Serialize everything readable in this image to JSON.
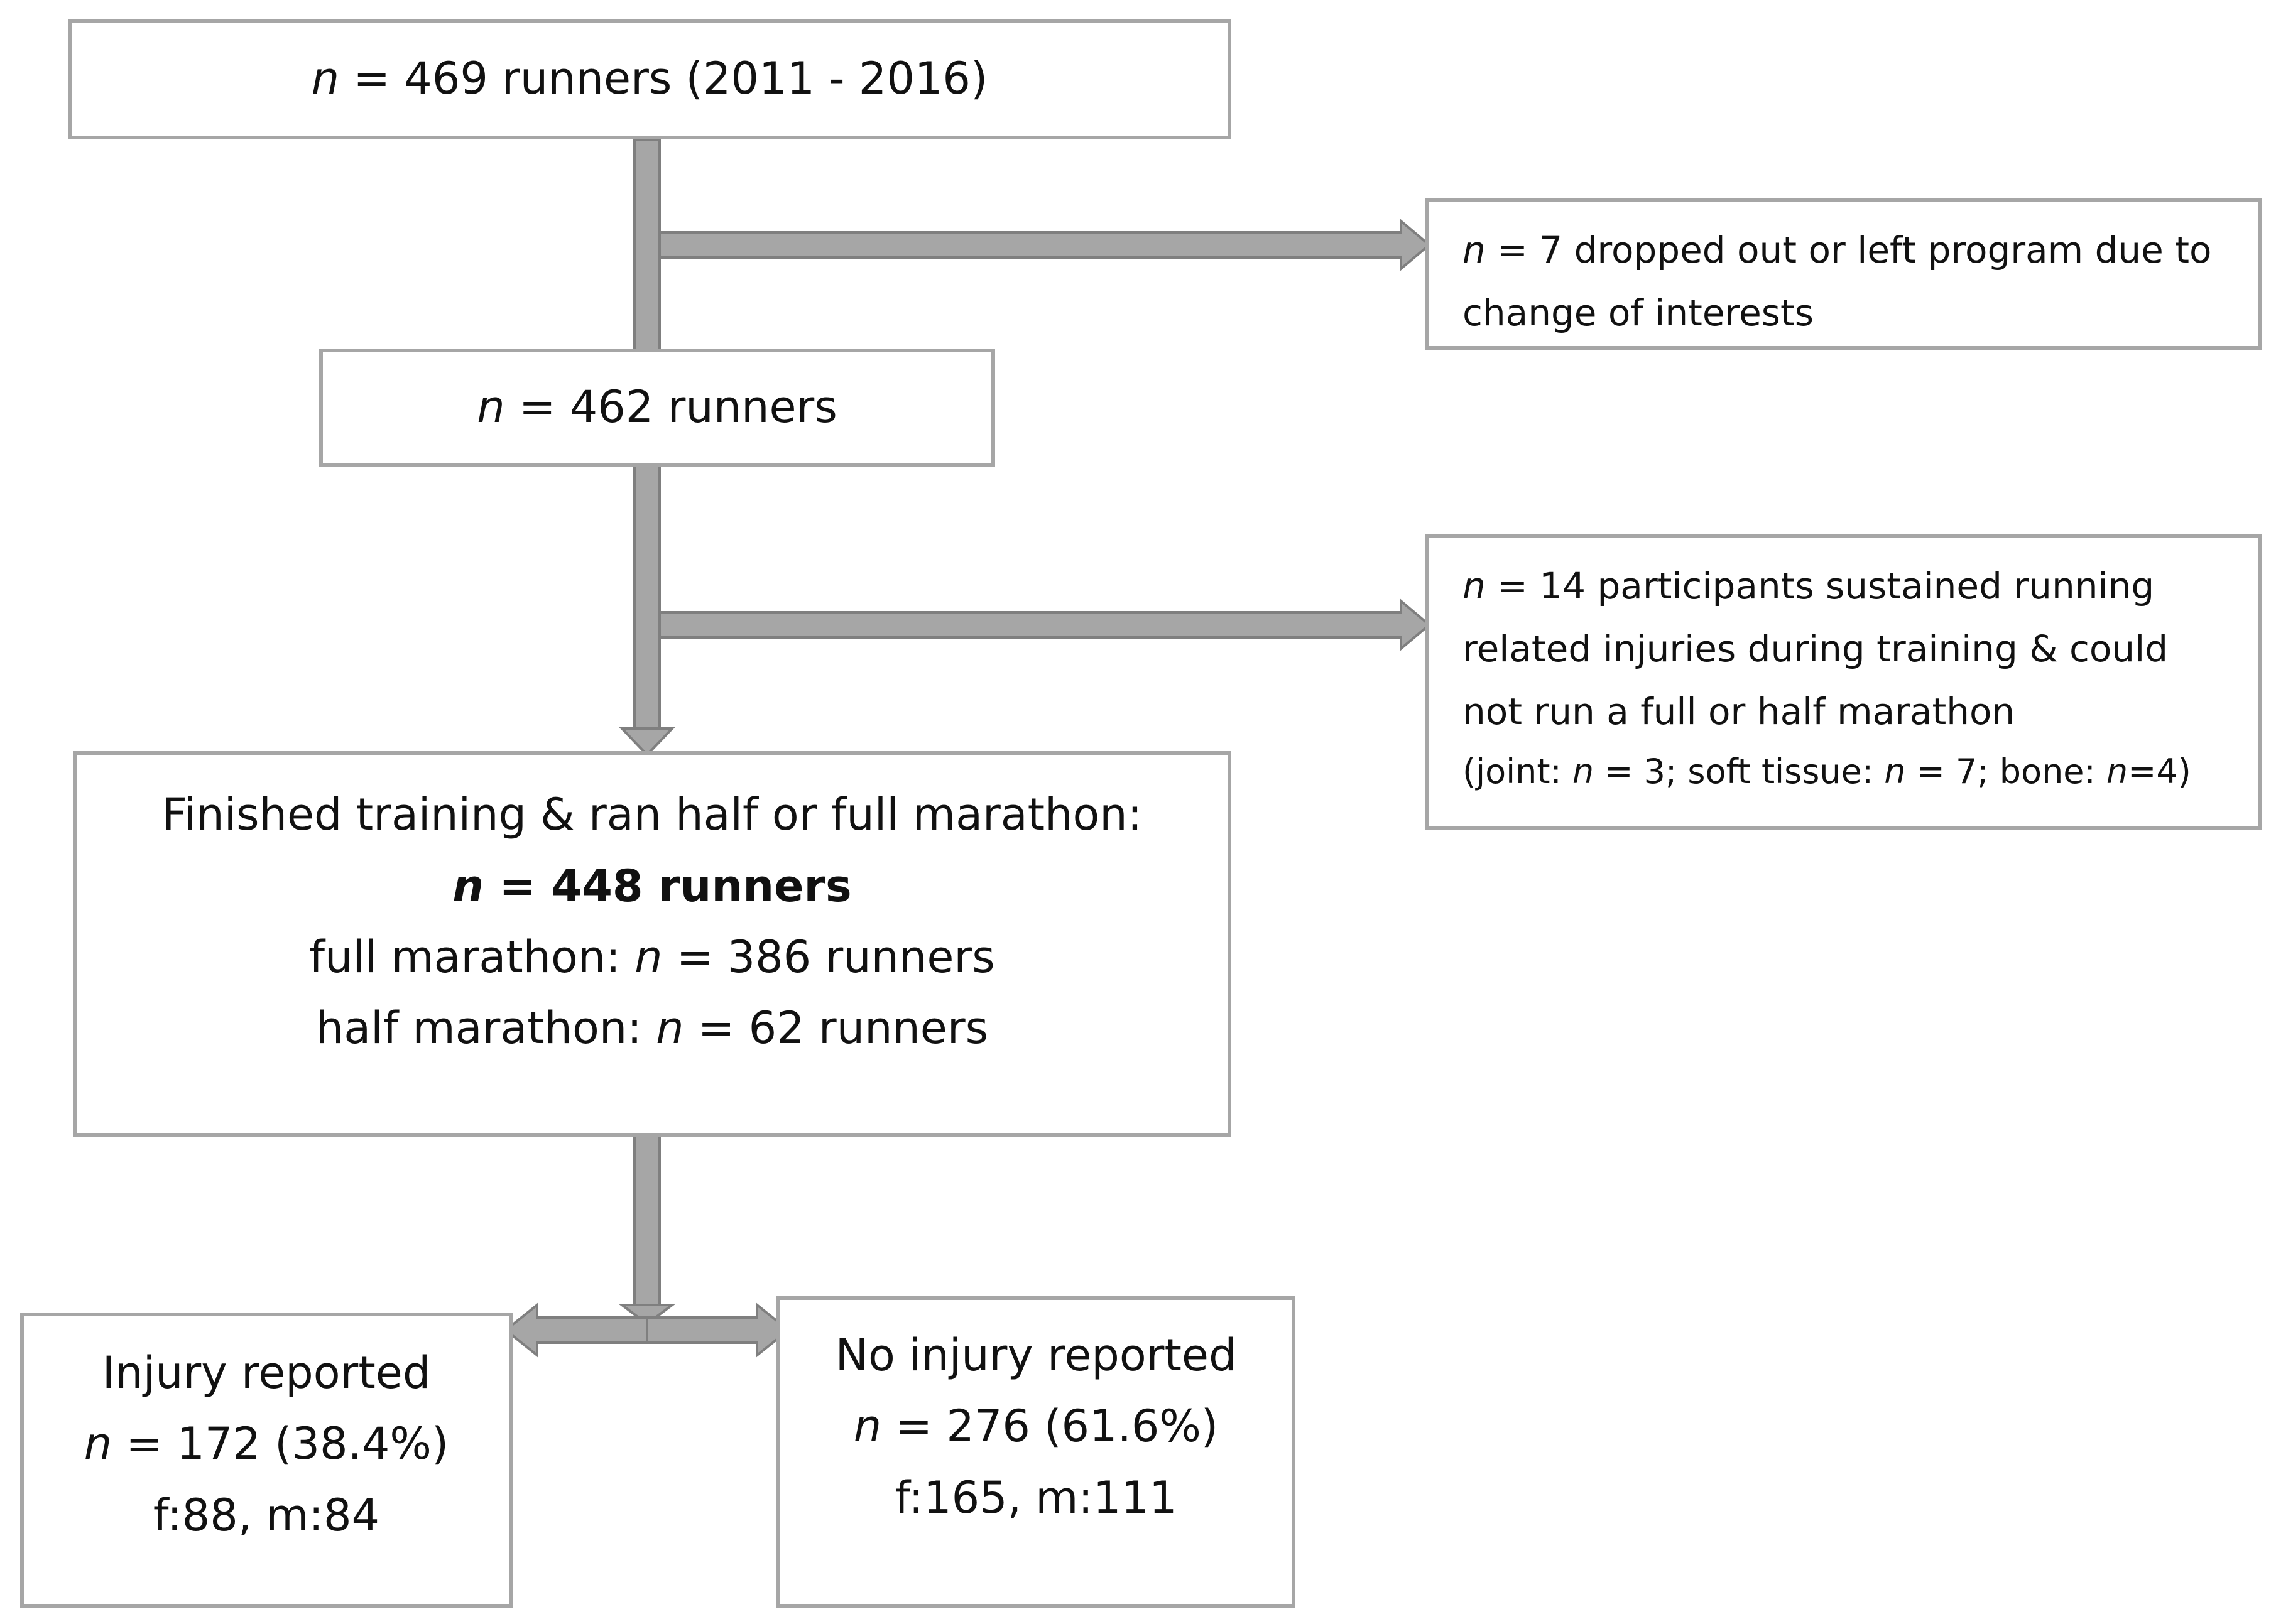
{
  "box_top": {
    "n_label": "n",
    "text": " = 469 runners (2011 - 2016)"
  },
  "box_dropout": {
    "line1_n": "n",
    "line1_text": " = 7 dropped out or left program due to",
    "line2": "change of interests"
  },
  "box_mid": {
    "n_label": "n",
    "text": " = 462 runners"
  },
  "box_injured_excluded": {
    "line1_n": "n",
    "line1_text": " = 14 participants sustained running",
    "line2": "related injuries during training & could",
    "line3": "not run a full or half marathon",
    "line4_a": "(joint: ",
    "line4_n1": "n",
    "line4_b": " = 3; soft tissue: ",
    "line4_n2": "n",
    "line4_c": " = 7; bone: ",
    "line4_n3": "n",
    "line4_d": "=4)"
  },
  "box_finished": {
    "line1": "Finished training & ran half or full marathon:",
    "line2_n": "n",
    "line2_text": " = 448 runners",
    "line3_a": "full marathon: ",
    "line3_n": "n",
    "line3_b": " = 386 runners",
    "line4_a": "half marathon: ",
    "line4_n": "n",
    "line4_b": " = 62 runners"
  },
  "box_injury": {
    "title": "Injury reported",
    "line2_n": "n",
    "line2_text": " = 172 (38.4%)",
    "line3": "f:88, m:84"
  },
  "box_no_injury": {
    "title": "No injury reported",
    "line2_n": "n",
    "line2_text": " = 276 (61.6%)",
    "line3": "f:165, m:111"
  },
  "colors": {
    "arrow_fill": "#a6a6a6",
    "arrow_stroke": "#7f7f7f",
    "box_border": "#a6a6a6"
  }
}
